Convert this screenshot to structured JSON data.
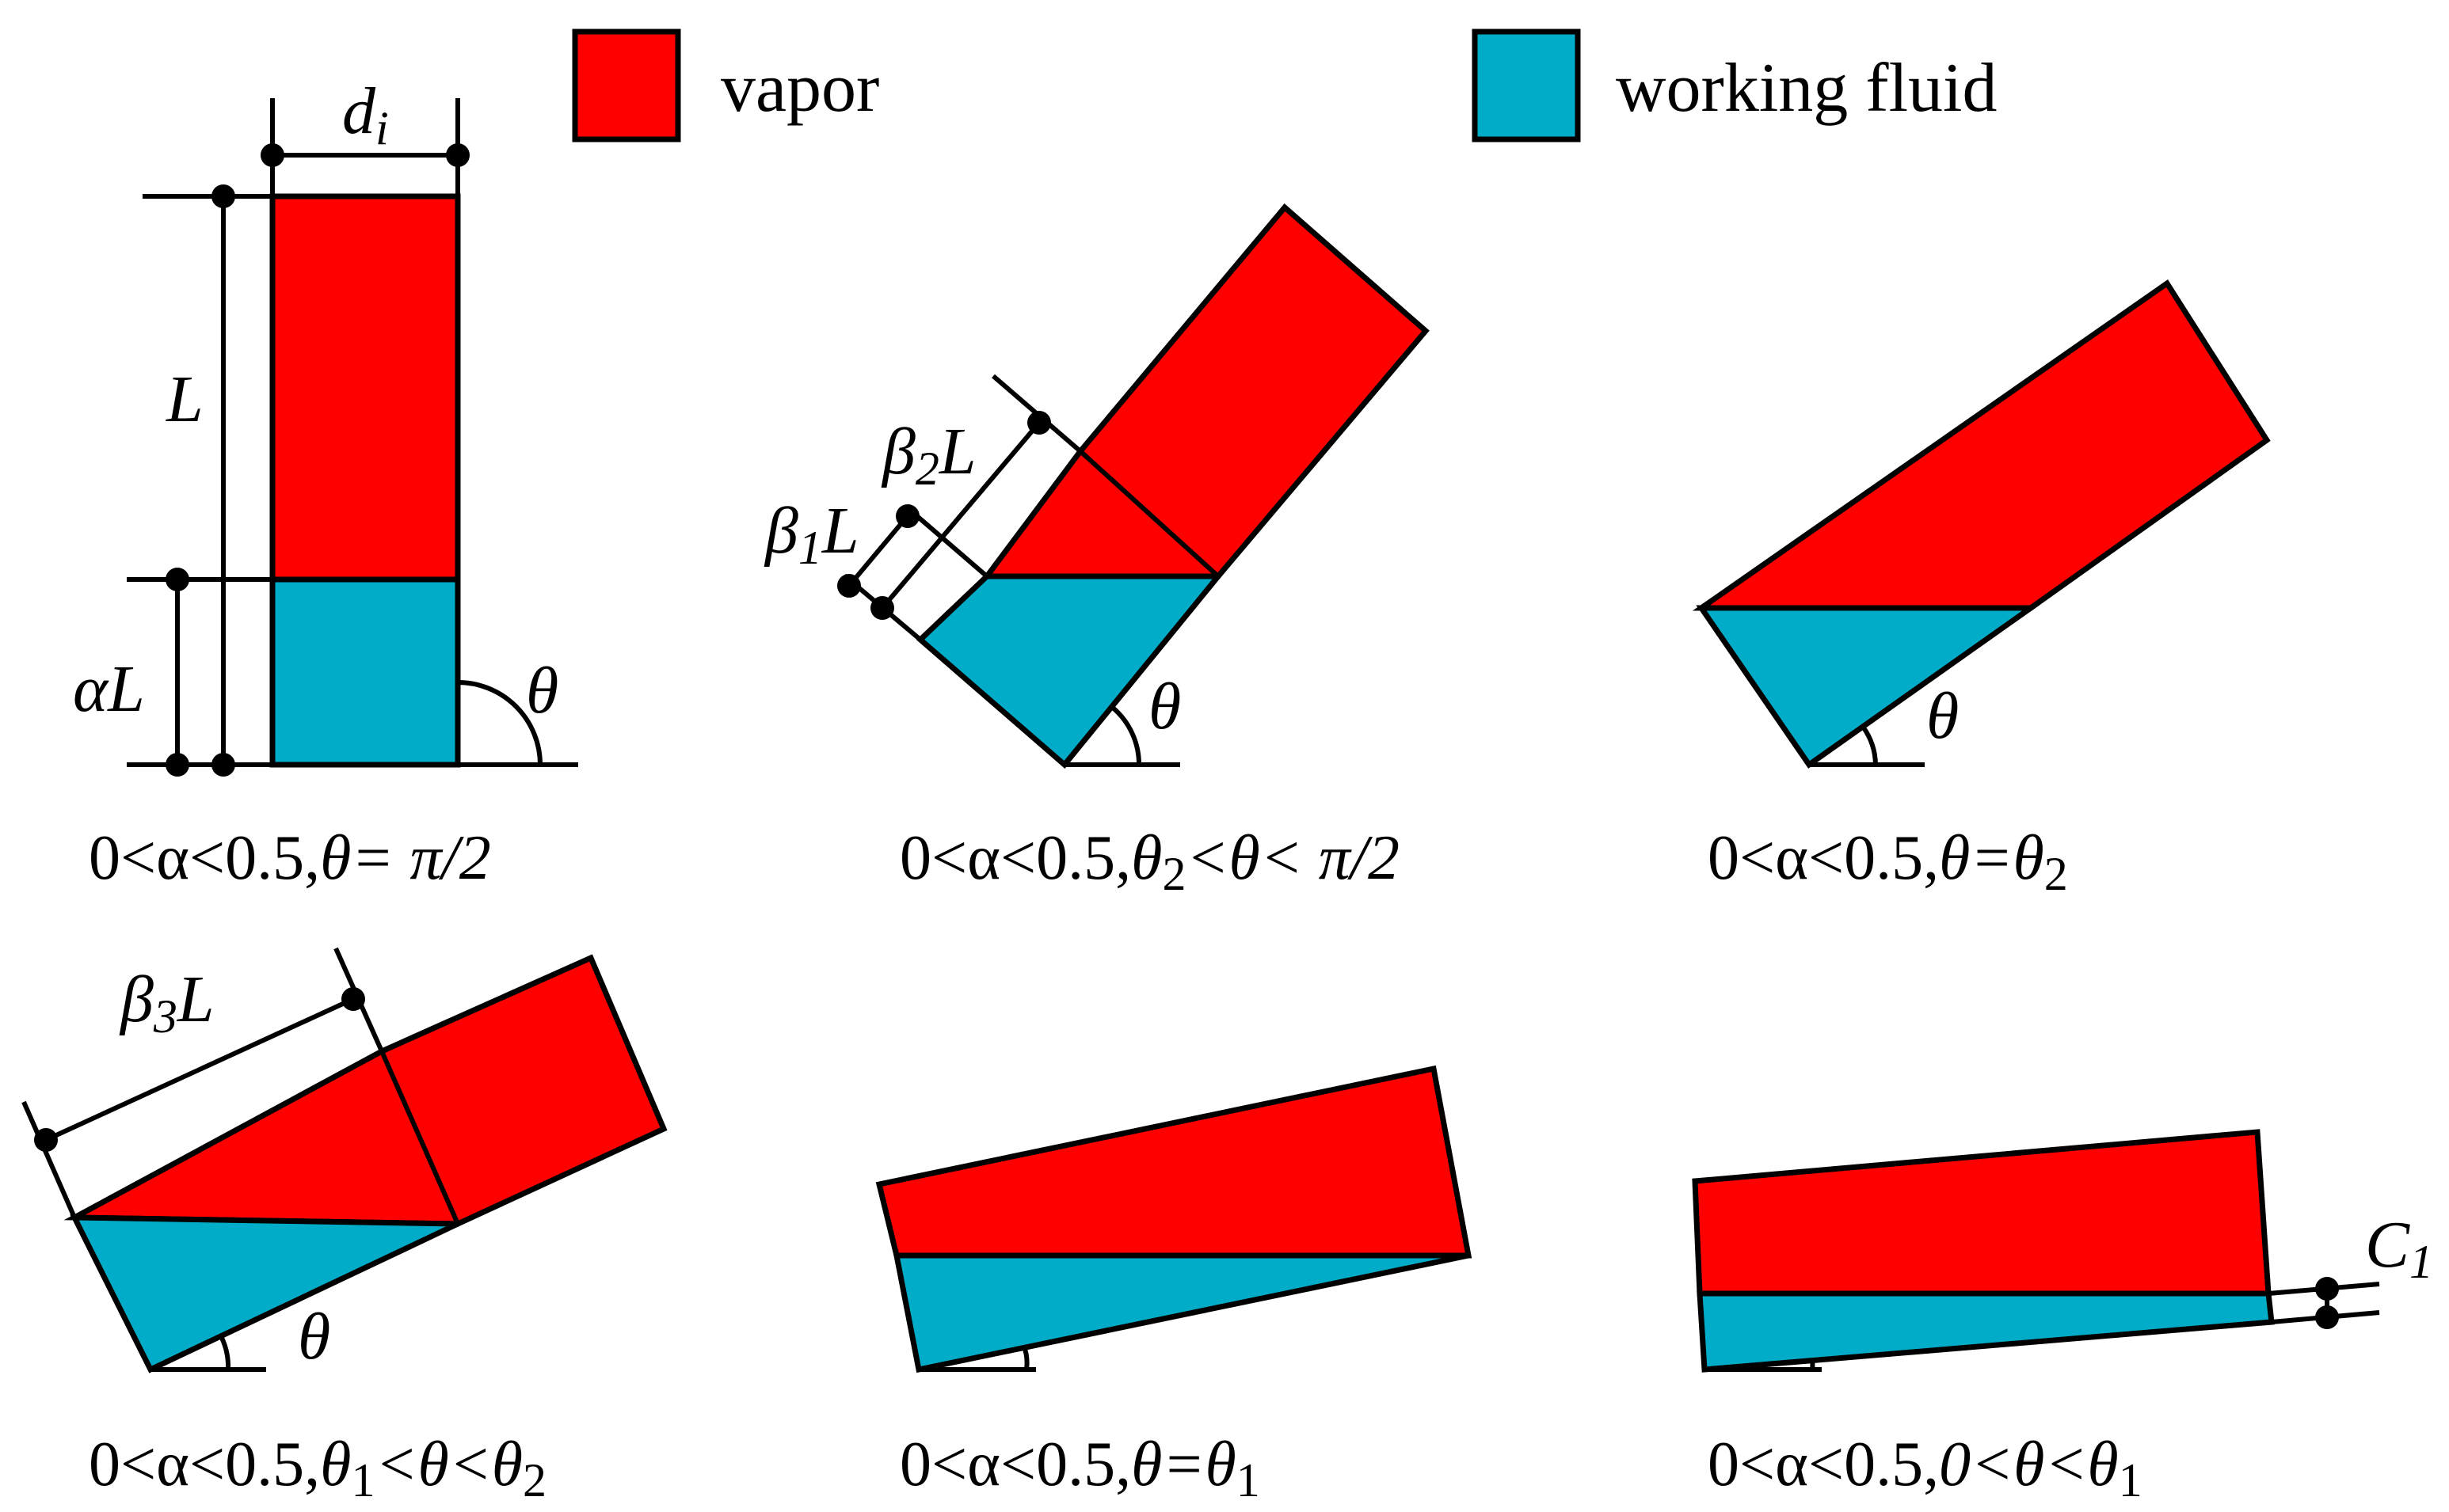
{
  "colors": {
    "vapor": "#ff0000",
    "fluid": "#00acc8",
    "stroke": "#000000"
  },
  "legend": [
    {
      "label": "vapor",
      "color": "#ff0000"
    },
    {
      "label": "working fluid",
      "color": "#00acc8"
    }
  ],
  "panels": [
    {
      "caption": {
        "pre": "0<α<0.5,",
        "rest": "θ= π/2"
      },
      "labels": {
        "d": "d",
        "d_sub": "i",
        "L": "L",
        "alphaL": "αL",
        "theta": "θ"
      }
    },
    {
      "caption": {
        "pre": "0<α<0.5,",
        "rest": "θ",
        "rest_sub": "2",
        "tail": "<θ< π/2"
      },
      "labels": {
        "beta2": "β",
        "beta2_sub": "2",
        "beta2_L": "L",
        "beta1": "β",
        "beta1_sub": "1",
        "beta1_L": "L",
        "theta": "θ"
      }
    },
    {
      "caption": {
        "pre": "0<α<0.5,",
        "rest": "θ=θ",
        "rest_sub": "2"
      },
      "labels": {
        "theta": "θ"
      }
    },
    {
      "caption": {
        "pre": "0<α<0.5,",
        "rest": "θ",
        "rest_sub": "1",
        "mid": "<θ<θ",
        "mid_sub": "2"
      },
      "labels": {
        "beta3": "β",
        "beta3_sub": "3",
        "beta3_L": "L",
        "theta": "θ"
      }
    },
    {
      "caption": {
        "pre": "0<α<0.5,",
        "rest": "θ=θ",
        "rest_sub": "1"
      },
      "labels": {}
    },
    {
      "caption": {
        "pre": "0<α<0.5,",
        "rest": "0<θ<θ",
        "rest_sub": "1"
      },
      "labels": {
        "C": "C",
        "C_sub": "1"
      }
    }
  ]
}
